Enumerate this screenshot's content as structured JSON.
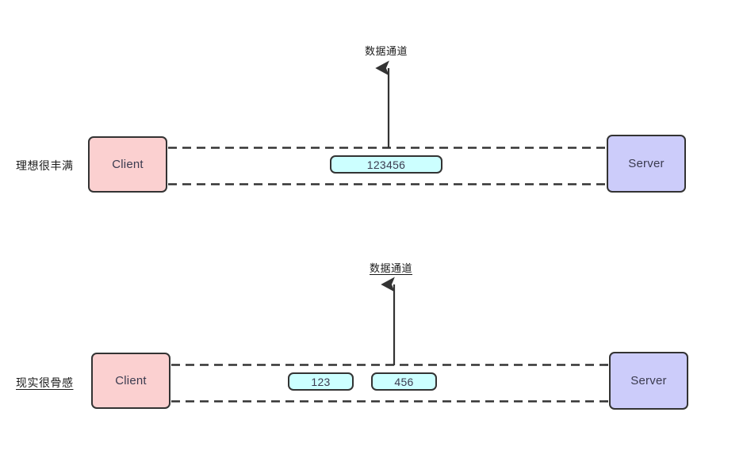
{
  "diagram": {
    "title_top_label": "理想很丰满",
    "title_bottom_label": "现实很骨感",
    "colors": {
      "client_fill": "#FBD0D0",
      "server_fill": "#CCCCFA",
      "packet_fill": "#CCFFFF",
      "stroke": "#333333",
      "text": "#3b3b4f",
      "background": "#FFFFFF"
    }
  },
  "sections": {
    "ideal": {
      "side_label": "理想很丰满",
      "client_label": "Client",
      "server_label": "Server",
      "channel_label": "数据通道",
      "packets": [
        {
          "value": "123456"
        }
      ]
    },
    "reality": {
      "side_label": "现实很骨感",
      "client_label": "Client",
      "server_label": "Server",
      "channel_label": "数据通道",
      "packets": [
        {
          "value": "123"
        },
        {
          "value": "456"
        }
      ]
    }
  }
}
